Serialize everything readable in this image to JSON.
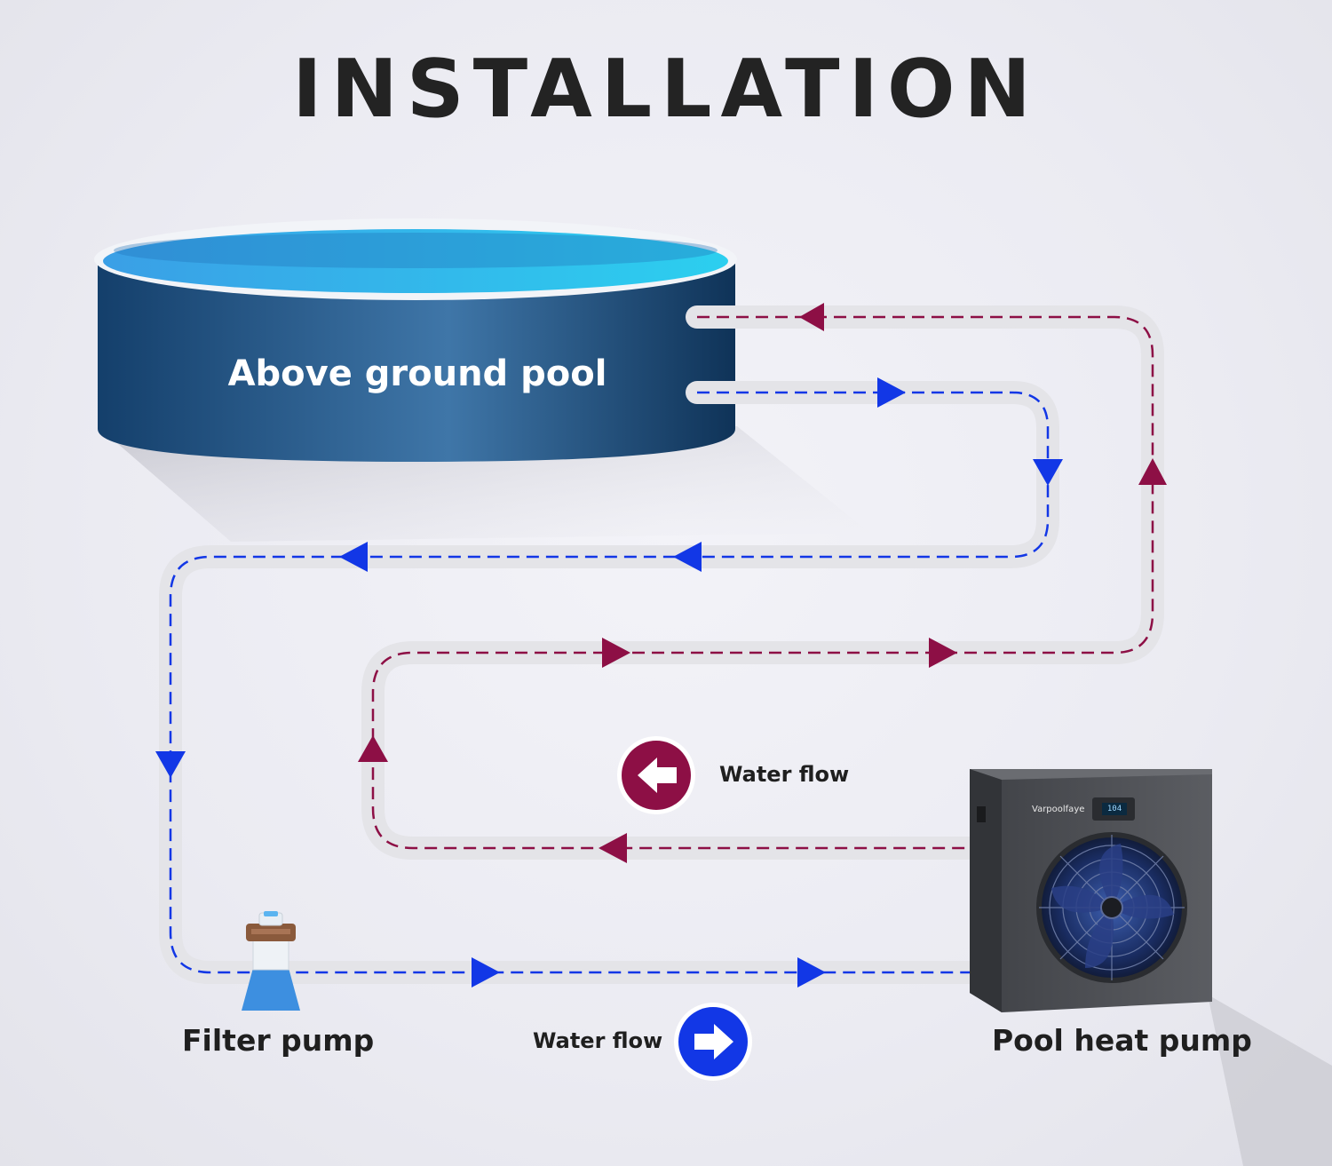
{
  "title": "INSTALLATION",
  "nodes": {
    "pool": "Above ground pool",
    "filter_pump": "Filter pump",
    "heat_pump": "Pool heat pump",
    "brand": "Varpoolfaye",
    "display": "104"
  },
  "legend": [
    {
      "label": "Water flow",
      "direction": "left",
      "color": "#8d0f45"
    },
    {
      "label": "Water flow",
      "direction": "right",
      "color": "#1237e6"
    }
  ],
  "colors": {
    "hot_flow": "#8d0f45",
    "cold_flow": "#1237e6",
    "pipe": "#e6e6e9",
    "pool_body": "#1e4b7c",
    "pool_water": "#34b8f0",
    "heat_pump_body": "#4f5156"
  }
}
